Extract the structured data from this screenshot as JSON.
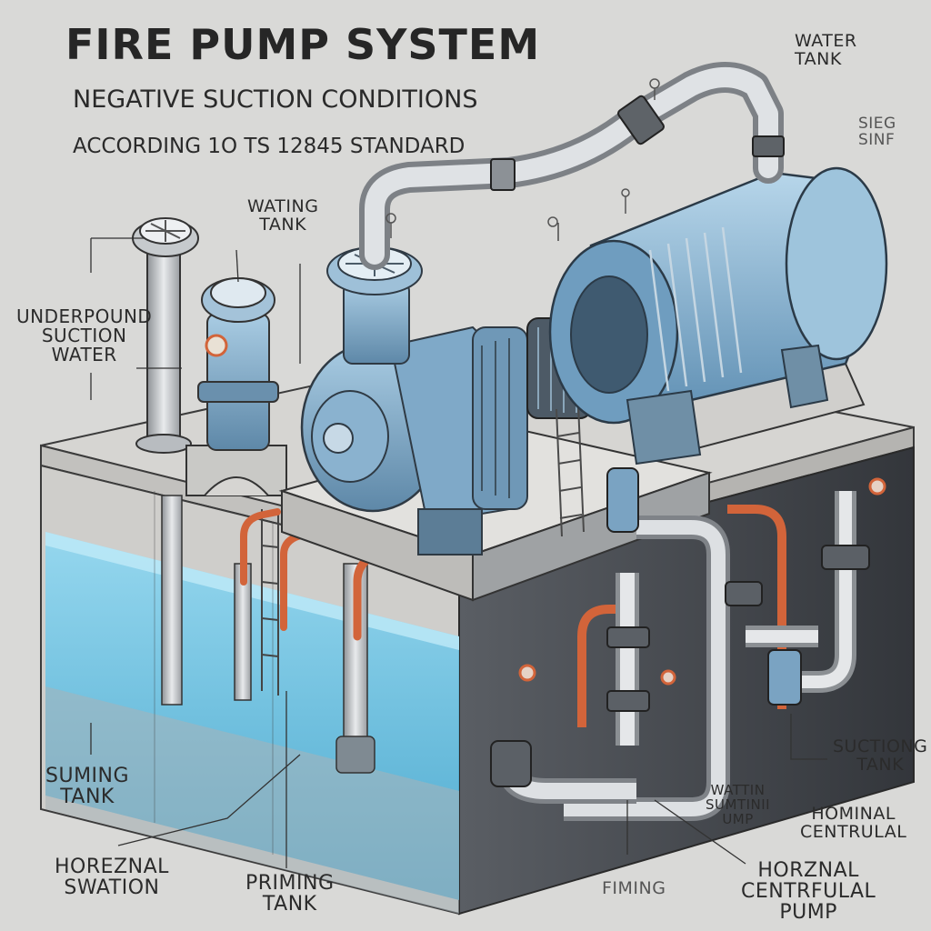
{
  "title": "FIRE PUMP SYSTEM",
  "subtitle": "NEGATIVE SUCTION CONDITIONS",
  "standard_note": "ACCORDING 1O TS 12845 STANDARD",
  "labels": {
    "water_tank": "WATER\nTANK",
    "side_note": "SIEG\nSINF",
    "wating_tank": "WATING\nTANK",
    "underground": "UNDERPOUND\nSUCTION\nWATER",
    "suming_tank": "SUMING\nTANK",
    "horeznal": "HOREZNAL\nSWATION",
    "priming_tank": "PRIMING\nTANK",
    "fiming": "FIMING",
    "wattin": "WATTIN\nSUMTINII\nUMP",
    "horiznal_pump": "HORZNAL\nCENTRFULAL\nPUMP",
    "hominal": "HOMINAL\nCENTRULAL",
    "suctiong_tank": "SUCTIONG\nTANK"
  },
  "colors": {
    "background": "#d9d9d7",
    "water": "#6cc6e8",
    "pump_blue": "#7fa9c8",
    "pipe_grey": "#b9bcbf",
    "copper": "#d2643a",
    "slab": "#d6d5d2",
    "wall_dark": "#3e4147"
  }
}
